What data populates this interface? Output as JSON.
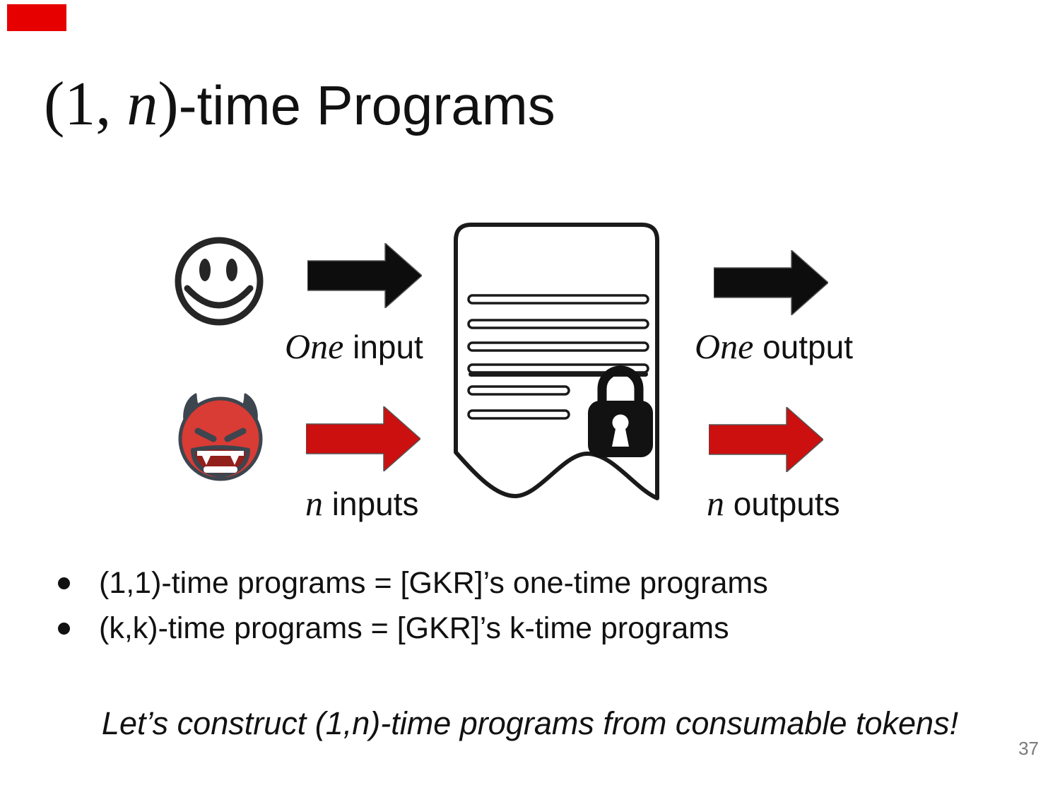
{
  "slide": {
    "title": {
      "prefix": "(1, ",
      "n": "n",
      "close": ")",
      "rest": "-time Programs"
    },
    "page_number": "37"
  },
  "diagram": {
    "labels": {
      "one_input": {
        "em": "One",
        "rest": " input"
      },
      "n_inputs": {
        "em": "n",
        "rest": " inputs"
      },
      "one_output": {
        "em": "One",
        "rest": " output"
      },
      "n_outputs": {
        "em": "n",
        "rest": " outputs"
      }
    },
    "icons": {
      "smiley": "smiley-face-icon",
      "devil": "devil-face-icon",
      "document": "locked-program-document-icon",
      "lock": "padlock-icon",
      "arrows": [
        "one-input-arrow-icon",
        "n-inputs-arrow-icon",
        "one-output-arrow-icon",
        "n-outputs-arrow-icon"
      ]
    },
    "colors": {
      "arrow_black": "#0d0d0d",
      "arrow_red": "#cc0f0f",
      "devil_red": "#d93b35",
      "devil_horn_gray": "#3d454e",
      "document_ink": "#1a1a1a",
      "lock_black": "#121212",
      "marker_red": "#e60000",
      "text": "#111111",
      "page_number_gray": "#7a7a7a"
    }
  },
  "bullets": [
    "(1,1)-time programs = [GKR]’s one-time programs",
    "(k,k)-time programs = [GKR]’s k-time programs"
  ],
  "callout": "Let’s construct (1,n)-time programs from consumable tokens!"
}
